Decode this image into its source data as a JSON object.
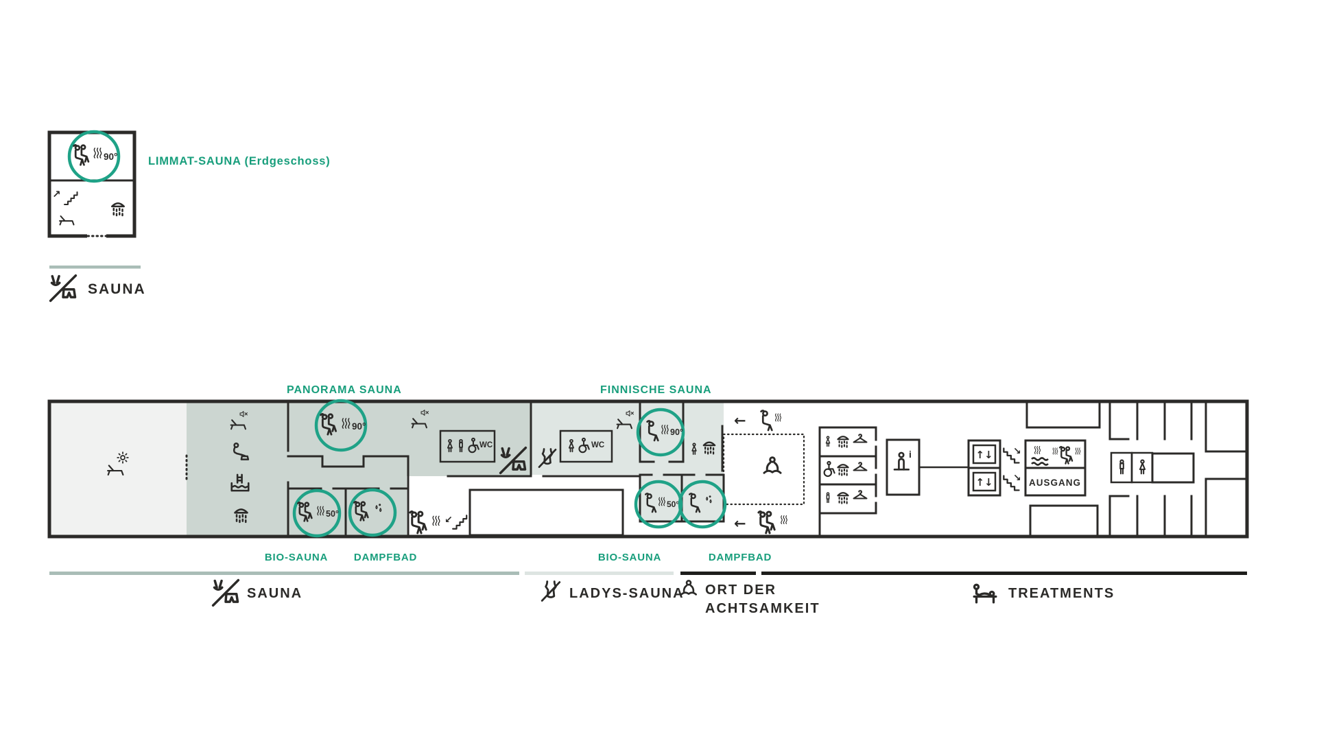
{
  "palette": {
    "accent_teal_text": "#189e7c",
    "accent_teal_circle": "#1fa287",
    "wall_dark": "#2b2a28",
    "zone_mixed_sauna_fill": "#ccd6d1",
    "zone_ladys_sauna_fill": "#dfe6e3",
    "zone_terrace_fill": "#f1f2f1",
    "legend_line_sauna": "#a9bdb7",
    "legend_line_ladys": "#dde4e1",
    "legend_line_dark": "#1d1d1b",
    "background": "#ffffff"
  },
  "mini_plan": {
    "title": "LIMMAT-SAUNA (Erdgeschoss)",
    "sauna_temperature": "90°",
    "legend_label": "SAUNA"
  },
  "main_plan": {
    "labels_top": [
      {
        "text": "PANORAMA SAUNA"
      },
      {
        "text": "FINNISCHE SAUNA"
      }
    ],
    "labels_bottom": [
      {
        "text": "BIO-SAUNA"
      },
      {
        "text": "DAMPFBAD"
      },
      {
        "text": "BIO-SAUNA"
      },
      {
        "text": "DAMPFBAD"
      }
    ],
    "temperatures": {
      "panorama": "90°",
      "bio_mixed": "50°",
      "finnische": "90°",
      "bio_ladys": "50°"
    },
    "texts": {
      "wc_mixed": "WC",
      "wc_ladys": "WC",
      "ausgang": "AUSGANG",
      "elevator_up_down": "↑↓",
      "info_i": "i",
      "arrow_left": "←",
      "arrow_down_right": "↘",
      "arrow_down_left": "↙",
      "arrow_up_right": "↗"
    }
  },
  "legend": {
    "sauna": {
      "label": "SAUNA"
    },
    "ladys_sauna": {
      "label": "LADYS-SAUNA"
    },
    "ort_der_achtsamkeit": {
      "label_line1": "ORT DER",
      "label_line2": "ACHTSAMKEIT"
    },
    "treatments": {
      "label": "TREATMENTS"
    }
  }
}
